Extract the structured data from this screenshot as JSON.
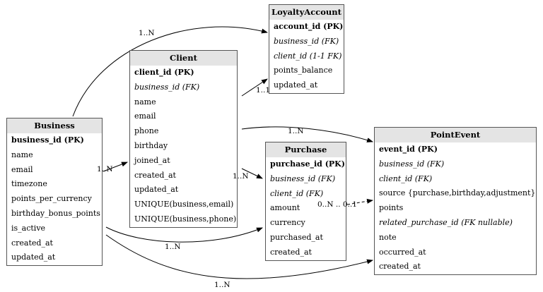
{
  "entities": {
    "loyalty": {
      "title": "LoyaltyAccount",
      "fields": [
        "account_id (PK)",
        "business_id (FK)",
        "client_id (1-1 FK)",
        "points_balance",
        "updated_at"
      ],
      "kinds": [
        "pk",
        "fk",
        "fk",
        "",
        ""
      ]
    },
    "client": {
      "title": "Client",
      "fields": [
        "client_id (PK)",
        "business_id (FK)",
        "name",
        "email",
        "phone",
        "birthday",
        "joined_at",
        "created_at",
        "updated_at",
        "UNIQUE(business,email)",
        "UNIQUE(business,phone)"
      ],
      "kinds": [
        "pk",
        "fk",
        "",
        "",
        "",
        "",
        "",
        "",
        "",
        "",
        ""
      ]
    },
    "business": {
      "title": "Business",
      "fields": [
        "business_id (PK)",
        "name",
        "email",
        "timezone",
        "points_per_currency",
        "birthday_bonus_points",
        "is_active",
        "created_at",
        "updated_at"
      ],
      "kinds": [
        "pk",
        "",
        "",
        "",
        "",
        "",
        "",
        "",
        ""
      ]
    },
    "purchase": {
      "title": "Purchase",
      "fields": [
        "purchase_id (PK)",
        "business_id (FK)",
        "client_id (FK)",
        "amount",
        "currency",
        "purchased_at",
        "created_at"
      ],
      "kinds": [
        "pk",
        "fk",
        "fk",
        "",
        "",
        "",
        ""
      ]
    },
    "pointevent": {
      "title": "PointEvent",
      "fields": [
        "event_id (PK)",
        "business_id (FK)",
        "client_id (FK)",
        "source {purchase,birthday,adjustment}",
        "points",
        "related_purchase_id (FK nullable)",
        "note",
        "occurred_at",
        "created_at"
      ],
      "kinds": [
        "pk",
        "fk",
        "fk",
        "",
        "",
        "fk",
        "",
        "",
        ""
      ]
    }
  },
  "labels": {
    "business_loyalty": "1..N",
    "business_client": "1..N",
    "client_loyalty": "1..1",
    "client_pointevent": "1..N",
    "client_purchase": "1..N",
    "purchase_pointevent": "0..N .. 0..1",
    "business_purchase": "1..N",
    "business_pointevent": "1..N"
  },
  "colors": {
    "header": "#e4e4e4",
    "border": "#555555",
    "edge": "#000000"
  }
}
